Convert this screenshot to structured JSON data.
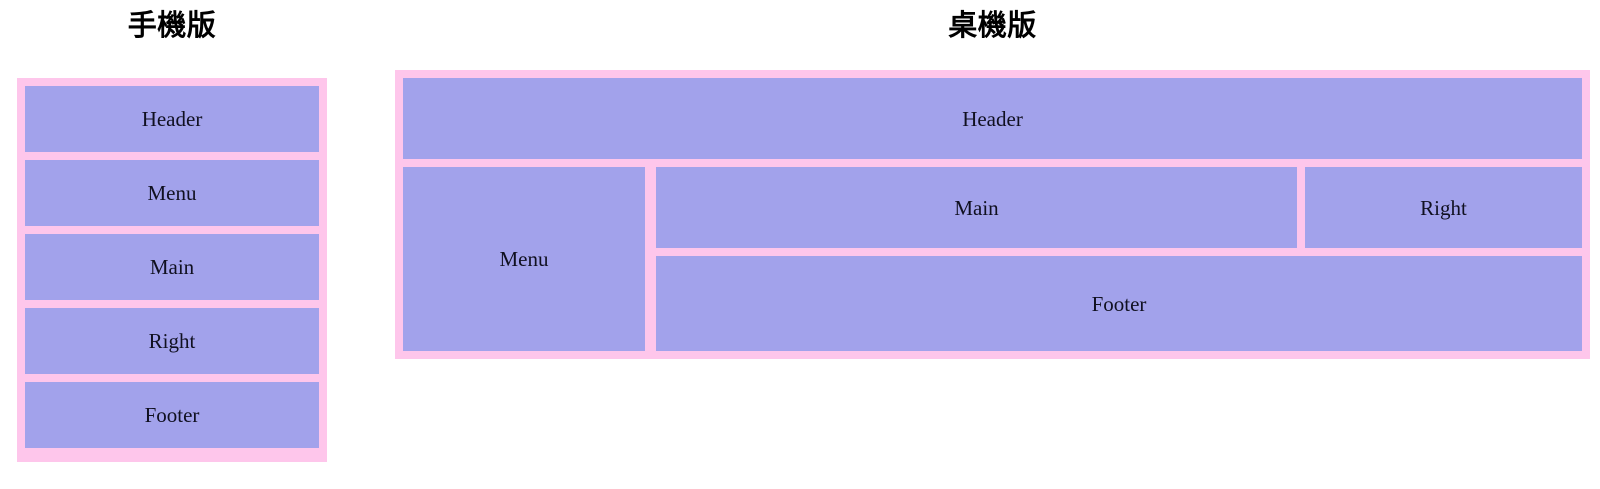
{
  "theme": {
    "page_background": "#ffffff",
    "panel_color": "#fec6eb",
    "block_color": "#a2a2eb",
    "label_color": "#101020",
    "title_color": "#000000"
  },
  "mobile": {
    "title": "手機版",
    "blocks": [
      {
        "label": "Header"
      },
      {
        "label": "Menu"
      },
      {
        "label": "Main"
      },
      {
        "label": "Right"
      },
      {
        "label": "Footer"
      }
    ]
  },
  "desktop": {
    "title": "桌機版",
    "blocks": [
      {
        "label": "Header"
      },
      {
        "label": "Menu"
      },
      {
        "label": "Main"
      },
      {
        "label": "Right"
      },
      {
        "label": "Footer"
      }
    ]
  }
}
